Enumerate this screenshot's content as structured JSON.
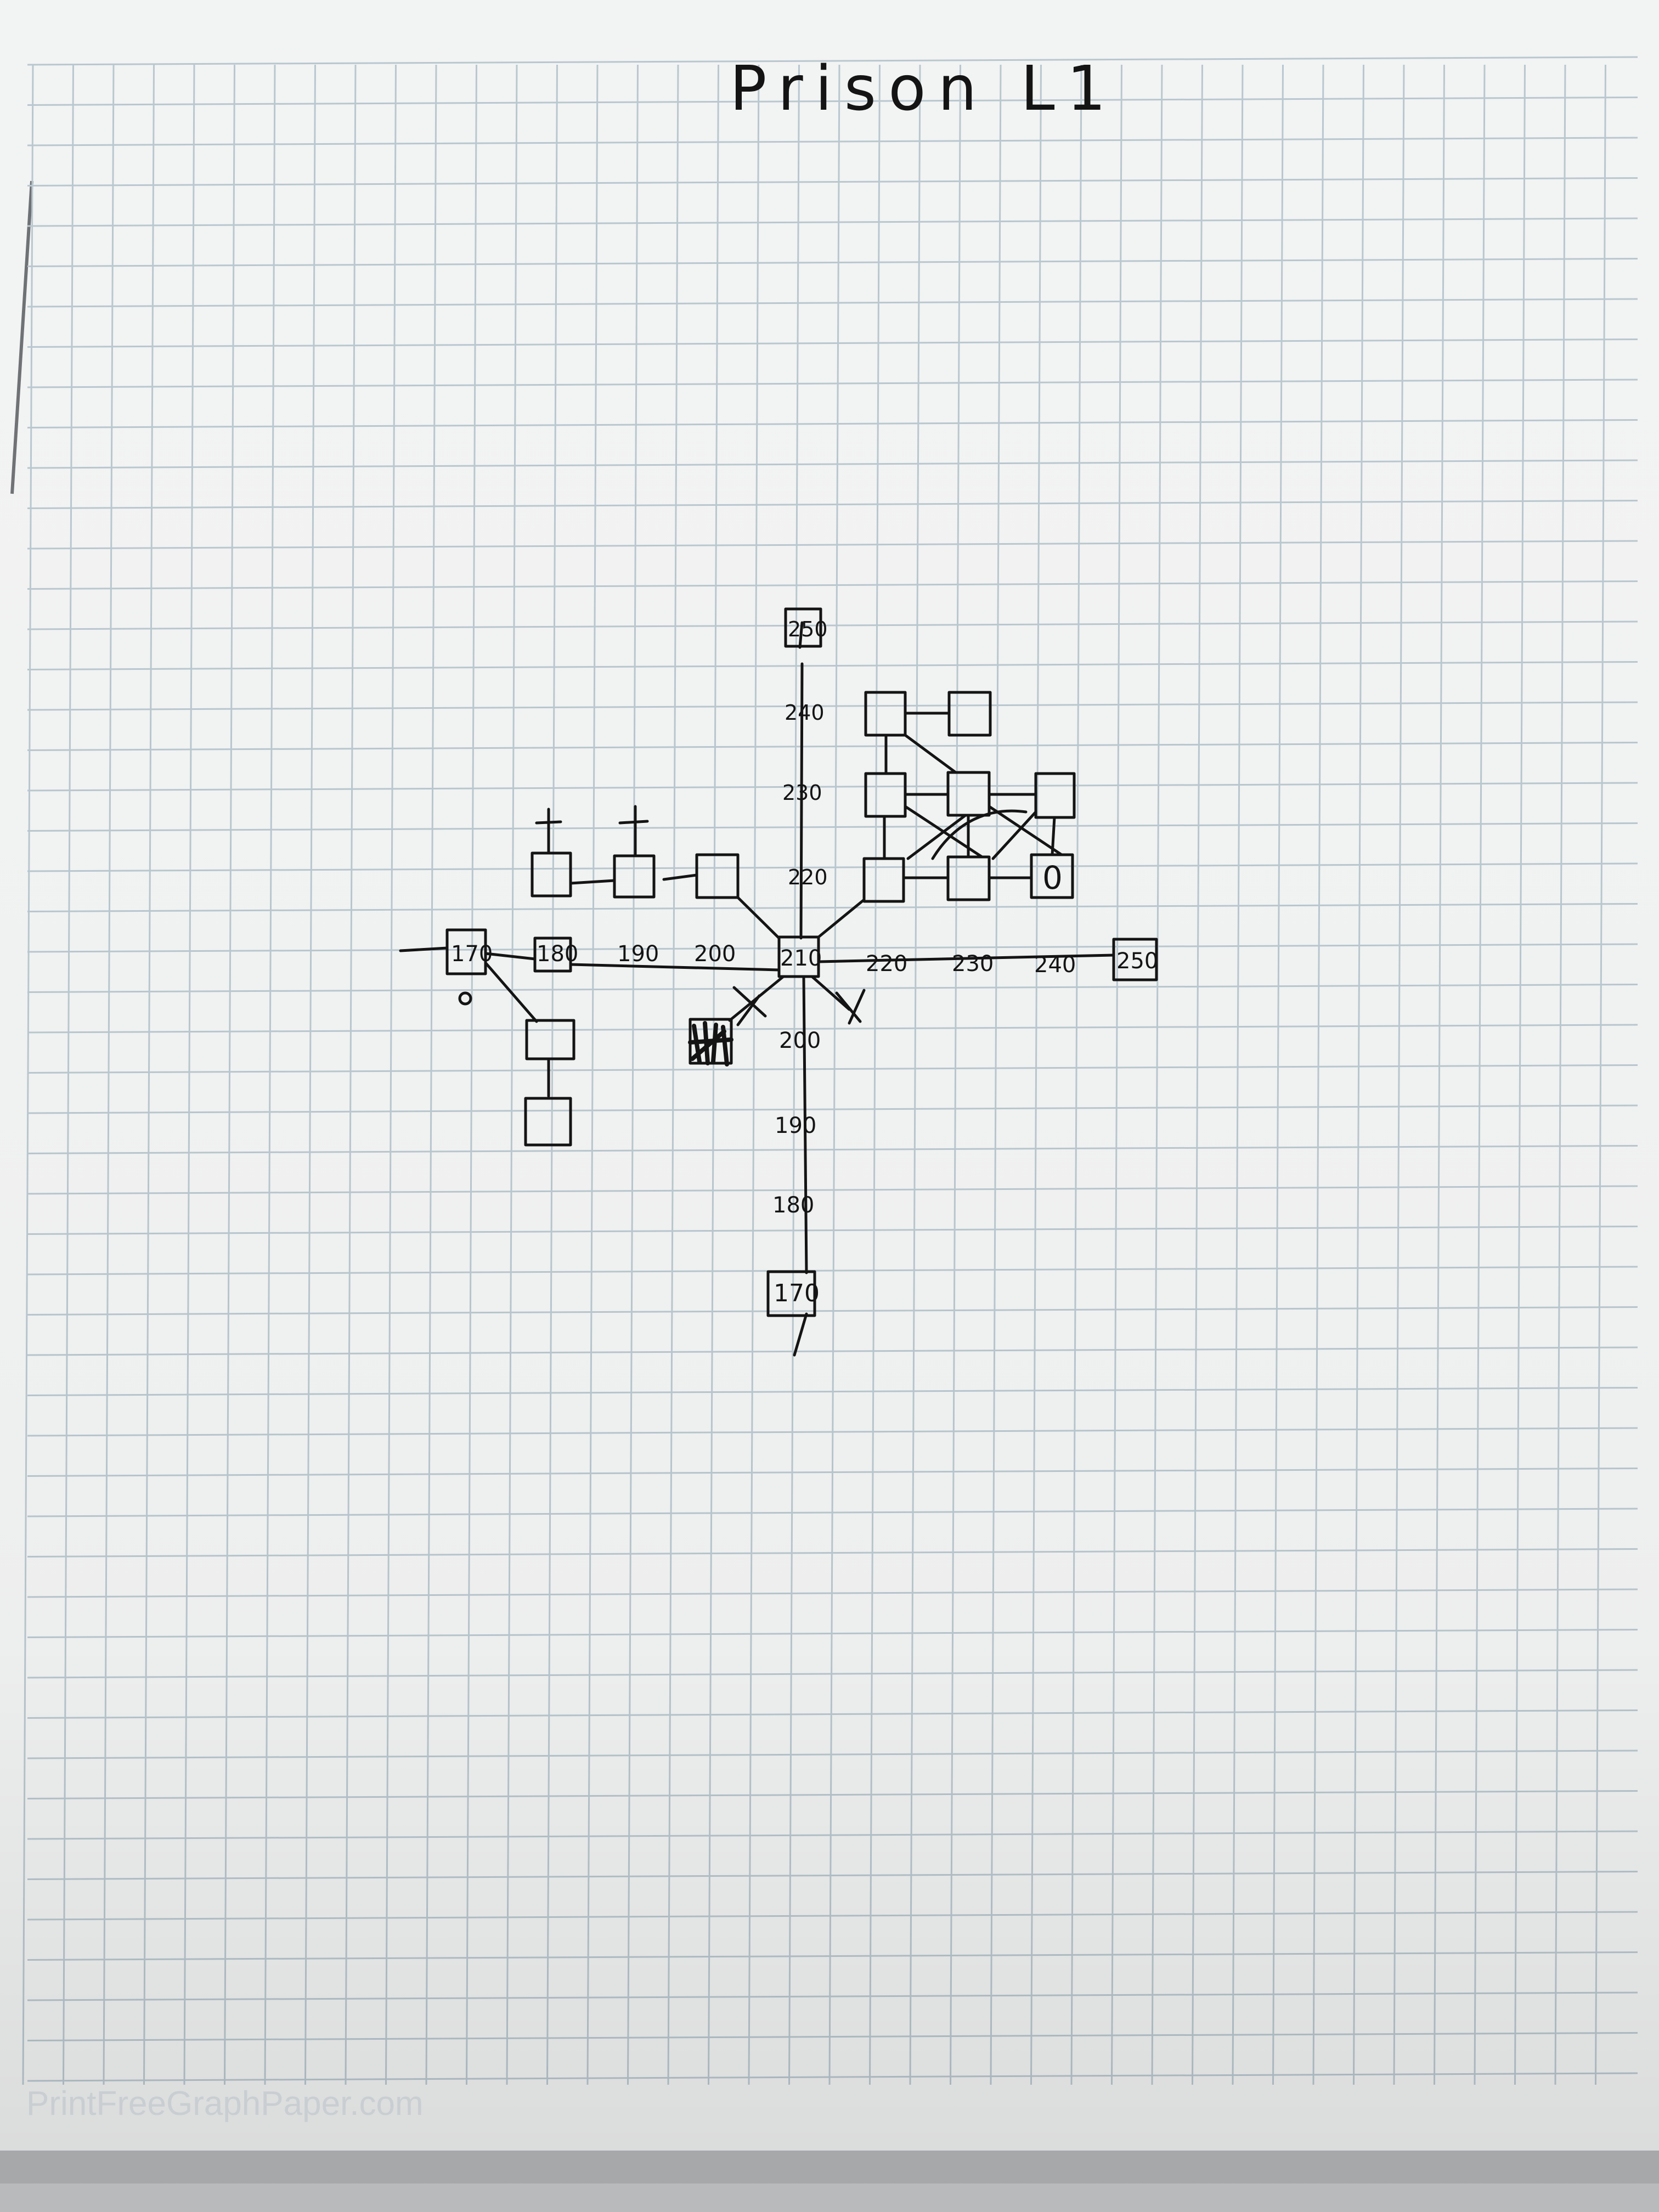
{
  "title": "Prison L1",
  "watermark": "PrintFreeGraphPaper.com",
  "labels": {
    "hub": "210",
    "x_axis": [
      "170",
      "180",
      "190",
      "200",
      "220",
      "230",
      "240",
      "250"
    ],
    "y_axis_up": [
      "220",
      "230",
      "240",
      "250"
    ],
    "y_axis_down": [
      "200",
      "190",
      "180",
      "170"
    ],
    "door_box": "0"
  },
  "colors": {
    "paper": "#f2f3f3",
    "grid": "#b9c7cf",
    "ink": "#141414",
    "watermark": "#c9ced2"
  }
}
